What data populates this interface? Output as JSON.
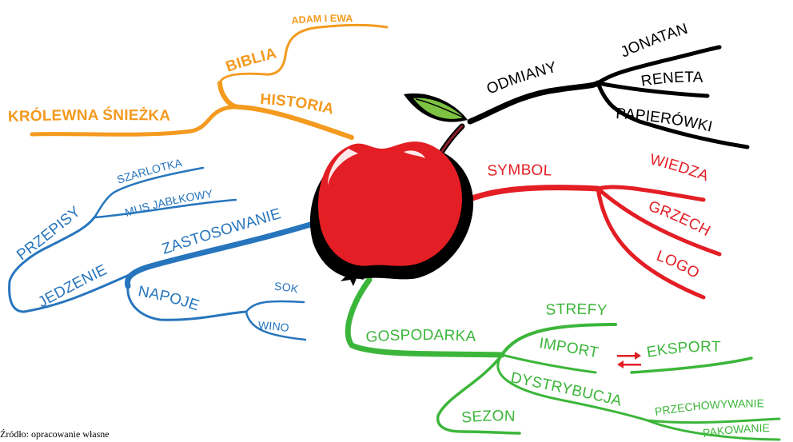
{
  "colors": {
    "orange": "#F39A1F",
    "black": "#000000",
    "red": "#E31E24",
    "blue": "#2775BD",
    "green": "#3CB63A"
  },
  "nodes": {
    "biblia": "BIBLIA",
    "adam_i_ewa": "ADAM I EWA",
    "historia": "HISTORIA",
    "krolewna": "KRÓLEWNA ŚNIEŻKA",
    "odmiany": "ODMIANY",
    "jonatan": "JONATAN",
    "reneta": "RENETA",
    "papierowki": "PAPIERÓWKI",
    "symbol": "SYMBOL",
    "wiedza": "WIEDZA",
    "grzech": "GRZECH",
    "logo": "LOGO",
    "zastosowanie": "ZASTOSOWANIE",
    "jedzenie": "JEDZENIE",
    "przepisy": "PRZEPISY",
    "szarlotka": "SZARLOTKA",
    "mus_jablkowy": "MUS JABŁKOWY",
    "napoje": "NAPOJE",
    "sok": "SOK",
    "wino": "WINO",
    "gospodarka": "GOSPODARKA",
    "strefy": "STREFY",
    "import": "IMPORT",
    "eksport": "EKSPORT",
    "dystrybucja": "DYSTRYBUCJA",
    "przechowywanie": "PRZECHOWYWANIE",
    "pakowanie": "PAKOWANIE",
    "sezon": "SEZON"
  },
  "icons": {
    "center": "apple-icon",
    "exchange": "exchange-arrows-icon"
  },
  "footer": "Źródło: opracowanie własne"
}
